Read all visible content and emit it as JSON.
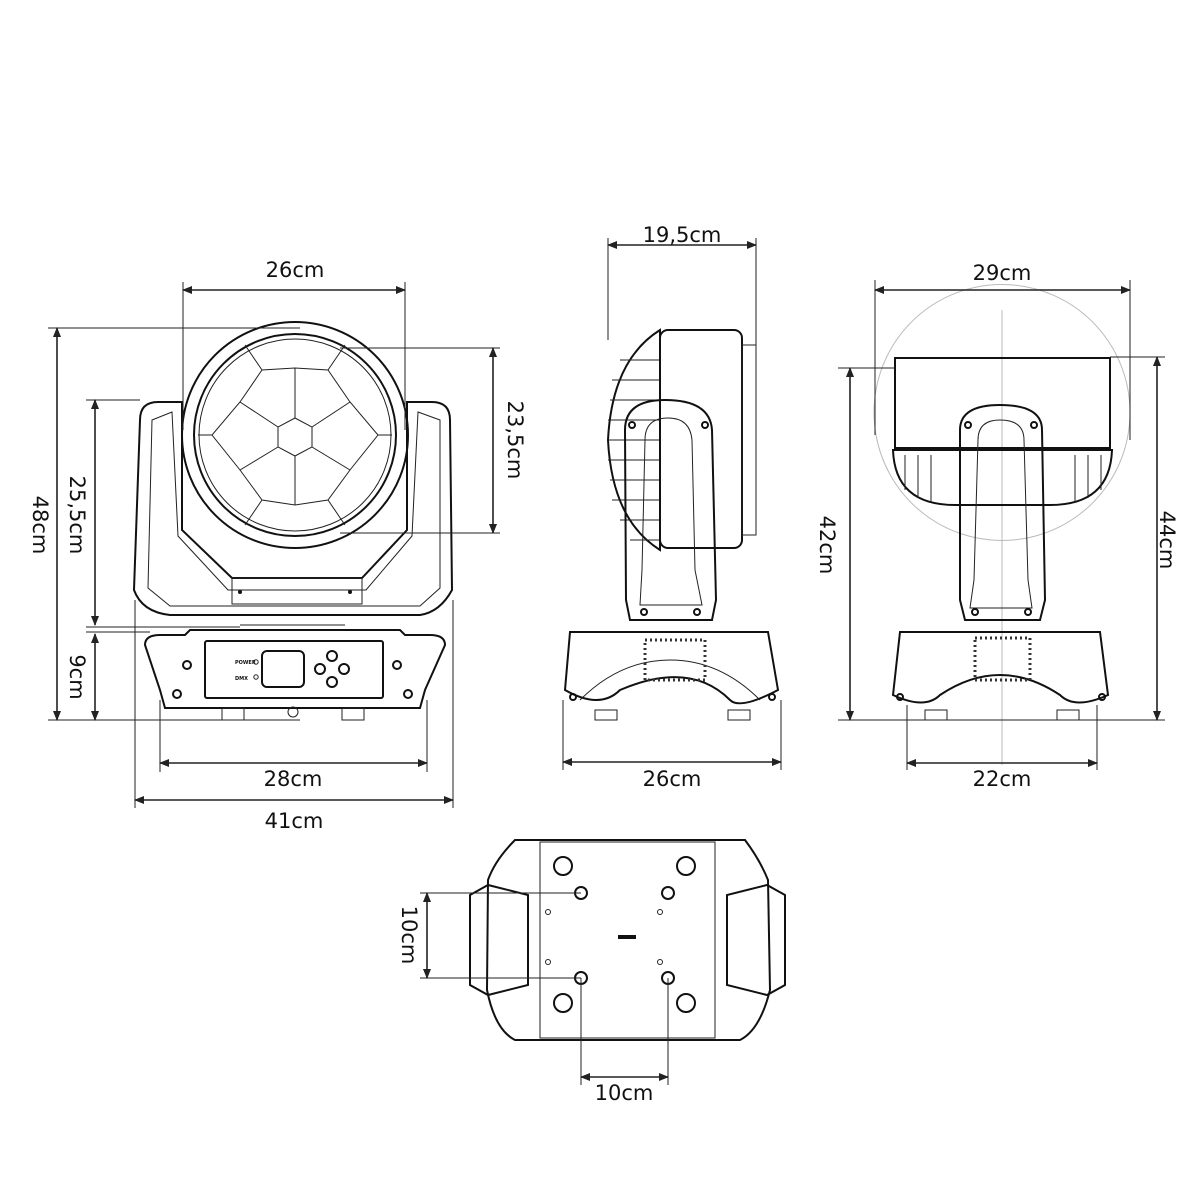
{
  "dimensions": {
    "front_head_width": "26cm",
    "front_total_height": "48cm",
    "front_yoke_height": "25,5cm",
    "front_base_height": "9cm",
    "front_head_diameter": "23,5cm",
    "front_base_width": "28cm",
    "front_total_width": "41cm",
    "side_head_depth": "19,5cm",
    "side_base_depth": "26cm",
    "back_head_width": "29cm",
    "back_height_min": "42cm",
    "back_height_max": "44cm",
    "back_feet_span": "22cm",
    "bottom_mount_vertical": "10cm",
    "bottom_mount_horizontal": "10cm"
  },
  "panel": {
    "power_label": "POWER",
    "dmx_label": "DMX"
  }
}
